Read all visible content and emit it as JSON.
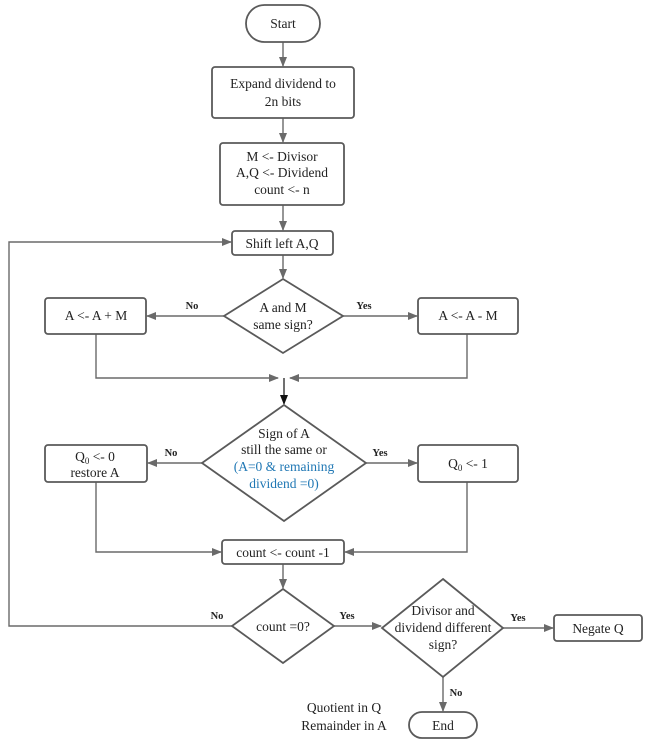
{
  "nodes": {
    "start": "Start",
    "expand": [
      "Expand dividend to",
      "2n bits"
    ],
    "init": [
      "M <- Divisor",
      "A,Q <- Dividend",
      "count <- n"
    ],
    "shift": "Shift left A,Q",
    "same_sign": [
      "A and M",
      "same sign?"
    ],
    "add": "A <- A + M",
    "sub": "A <- A - M",
    "sign_check": [
      "Sign of A",
      "still the same or",
      "(A=0 & remaining",
      "dividend =0)"
    ],
    "q0_zero": {
      "q": "Q",
      "sub": "0",
      "rest": " <- 0",
      "line2": "restore A"
    },
    "q0_one": {
      "q": "Q",
      "sub": "0",
      "rest": " <- 1"
    },
    "count_dec": "count <- count -1",
    "count_zero": "count =0?",
    "diff_sign": [
      "Divisor and",
      "dividend different",
      "sign?"
    ],
    "negate": "Negate Q",
    "result": [
      "Quotient in Q",
      "Remainder in A"
    ],
    "end": "End"
  },
  "edge_labels": {
    "same_no": "No",
    "same_yes": "Yes",
    "sign_no": "No",
    "sign_yes": "Yes",
    "count_no": "No",
    "count_yes": "Yes",
    "diff_yes": "Yes",
    "diff_no": "No"
  },
  "colors": {
    "stroke": "#5a5a5a",
    "text": "#222222",
    "highlight": "#1f77b4"
  }
}
